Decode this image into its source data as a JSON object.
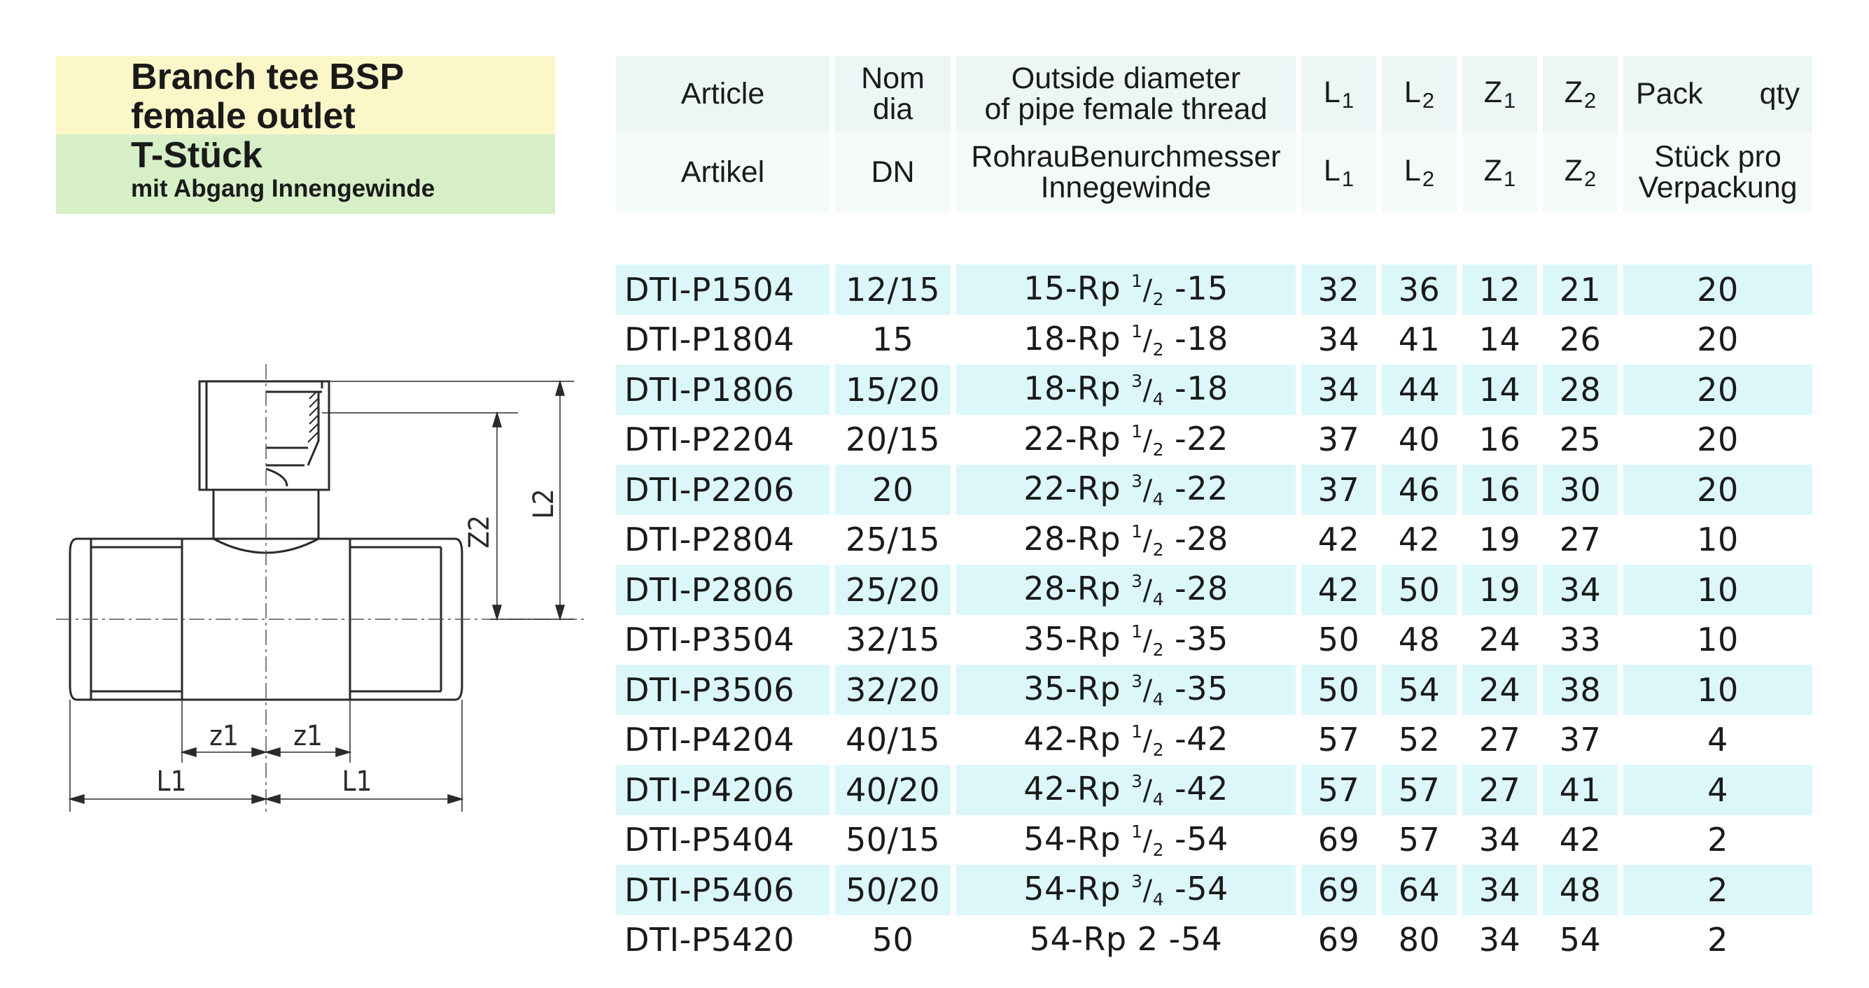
{
  "title": {
    "en_line1": "Branch tee BSP",
    "en_line2": "female outlet",
    "de_line1": "T-Stück",
    "de_line2": "mit Abgang Innengewinde"
  },
  "headers_en": {
    "article": "Article",
    "nom_1": "Nom",
    "nom_2": "dia",
    "od_1": "Outside diameter",
    "od_2": "of pipe female thread",
    "l1": "L",
    "l1_sub": "1",
    "l2": "L",
    "l2_sub": "2",
    "z1": "Z",
    "z1_sub": "1",
    "z2": "Z",
    "z2_sub": "2",
    "pack": "Pack",
    "qty": "qty"
  },
  "headers_de": {
    "article": "Artikel",
    "nom": "DN",
    "od_1": "RohrauBenurchmesser",
    "od_2": "Innegewinde",
    "l1": "L",
    "l1_sub": "1",
    "l2": "L",
    "l2_sub": "2",
    "z1": "Z",
    "z1_sub": "1",
    "z2": "Z",
    "z2_sub": "2",
    "pack_1": "Stück pro",
    "pack_2": "Verpackung"
  },
  "drawing_labels": {
    "z2": "Z2",
    "l2": "L2",
    "z1_left": "z1",
    "z1_right": "z1",
    "l1_left": "L1",
    "l1_right": "L1"
  },
  "rows": [
    {
      "article": "DTI-P1504",
      "dn": "12/15",
      "od_pre": "15-Rp",
      "num": "1",
      "slash": "/",
      "den": "2",
      "od_post": "-15",
      "l1": "32",
      "l2": "36",
      "z1": "12",
      "z2": "21",
      "pack": "20"
    },
    {
      "article": "DTI-P1804",
      "dn": "15",
      "od_pre": "18-Rp",
      "num": "1",
      "slash": "/",
      "den": "2",
      "od_post": "-18",
      "l1": "34",
      "l2": "41",
      "z1": "14",
      "z2": "26",
      "pack": "20"
    },
    {
      "article": "DTI-P1806",
      "dn": "15/20",
      "od_pre": "18-Rp",
      "num": "3",
      "slash": "/",
      "den": "4",
      "od_post": "-18",
      "l1": "34",
      "l2": "44",
      "z1": "14",
      "z2": "28",
      "pack": "20"
    },
    {
      "article": "DTI-P2204",
      "dn": "20/15",
      "od_pre": "22-Rp",
      "num": "1",
      "slash": "/",
      "den": "2",
      "od_post": "-22",
      "l1": "37",
      "l2": "40",
      "z1": "16",
      "z2": "25",
      "pack": "20"
    },
    {
      "article": "DTI-P2206",
      "dn": "20",
      "od_pre": "22-Rp",
      "num": "3",
      "slash": "/",
      "den": "4",
      "od_post": "-22",
      "l1": "37",
      "l2": "46",
      "z1": "16",
      "z2": "30",
      "pack": "20"
    },
    {
      "article": "DTI-P2804",
      "dn": "25/15",
      "od_pre": "28-Rp",
      "num": "1",
      "slash": "/",
      "den": "2",
      "od_post": "-28",
      "l1": "42",
      "l2": "42",
      "z1": "19",
      "z2": "27",
      "pack": "10"
    },
    {
      "article": "DTI-P2806",
      "dn": "25/20",
      "od_pre": "28-Rp",
      "num": "3",
      "slash": "/",
      "den": "4",
      "od_post": "-28",
      "l1": "42",
      "l2": "50",
      "z1": "19",
      "z2": "34",
      "pack": "10"
    },
    {
      "article": "DTI-P3504",
      "dn": "32/15",
      "od_pre": "35-Rp",
      "num": "1",
      "slash": "/",
      "den": "2",
      "od_post": "-35",
      "l1": "50",
      "l2": "48",
      "z1": "24",
      "z2": "33",
      "pack": "10"
    },
    {
      "article": "DTI-P3506",
      "dn": "32/20",
      "od_pre": "35-Rp",
      "num": "3",
      "slash": "/",
      "den": "4",
      "od_post": "-35",
      "l1": "50",
      "l2": "54",
      "z1": "24",
      "z2": "38",
      "pack": "10"
    },
    {
      "article": "DTI-P4204",
      "dn": "40/15",
      "od_pre": "42-Rp",
      "num": "1",
      "slash": "/",
      "den": "2",
      "od_post": "-42",
      "l1": "57",
      "l2": "52",
      "z1": "27",
      "z2": "37",
      "pack": "4"
    },
    {
      "article": "DTI-P4206",
      "dn": "40/20",
      "od_pre": "42-Rp",
      "num": "3",
      "slash": "/",
      "den": "4",
      "od_post": "-42",
      "l1": "57",
      "l2": "57",
      "z1": "27",
      "z2": "41",
      "pack": "4"
    },
    {
      "article": "DTI-P5404",
      "dn": "50/15",
      "od_pre": "54-Rp",
      "num": "1",
      "slash": "/",
      "den": "2",
      "od_post": "-54",
      "l1": "69",
      "l2": "57",
      "z1": "34",
      "z2": "42",
      "pack": "2"
    },
    {
      "article": "DTI-P5406",
      "dn": "50/20",
      "od_pre": "54-Rp",
      "num": "3",
      "slash": "/",
      "den": "4",
      "od_post": "-54",
      "l1": "69",
      "l2": "64",
      "z1": "34",
      "z2": "48",
      "pack": "2"
    },
    {
      "article": "DTI-P5420",
      "dn": "50",
      "od_pre": "54-Rp",
      "num": "2",
      "slash": "",
      "den": "",
      "od_post": "-54",
      "l1": "69",
      "l2": "80",
      "z1": "34",
      "z2": "54",
      "pack": "2"
    }
  ]
}
